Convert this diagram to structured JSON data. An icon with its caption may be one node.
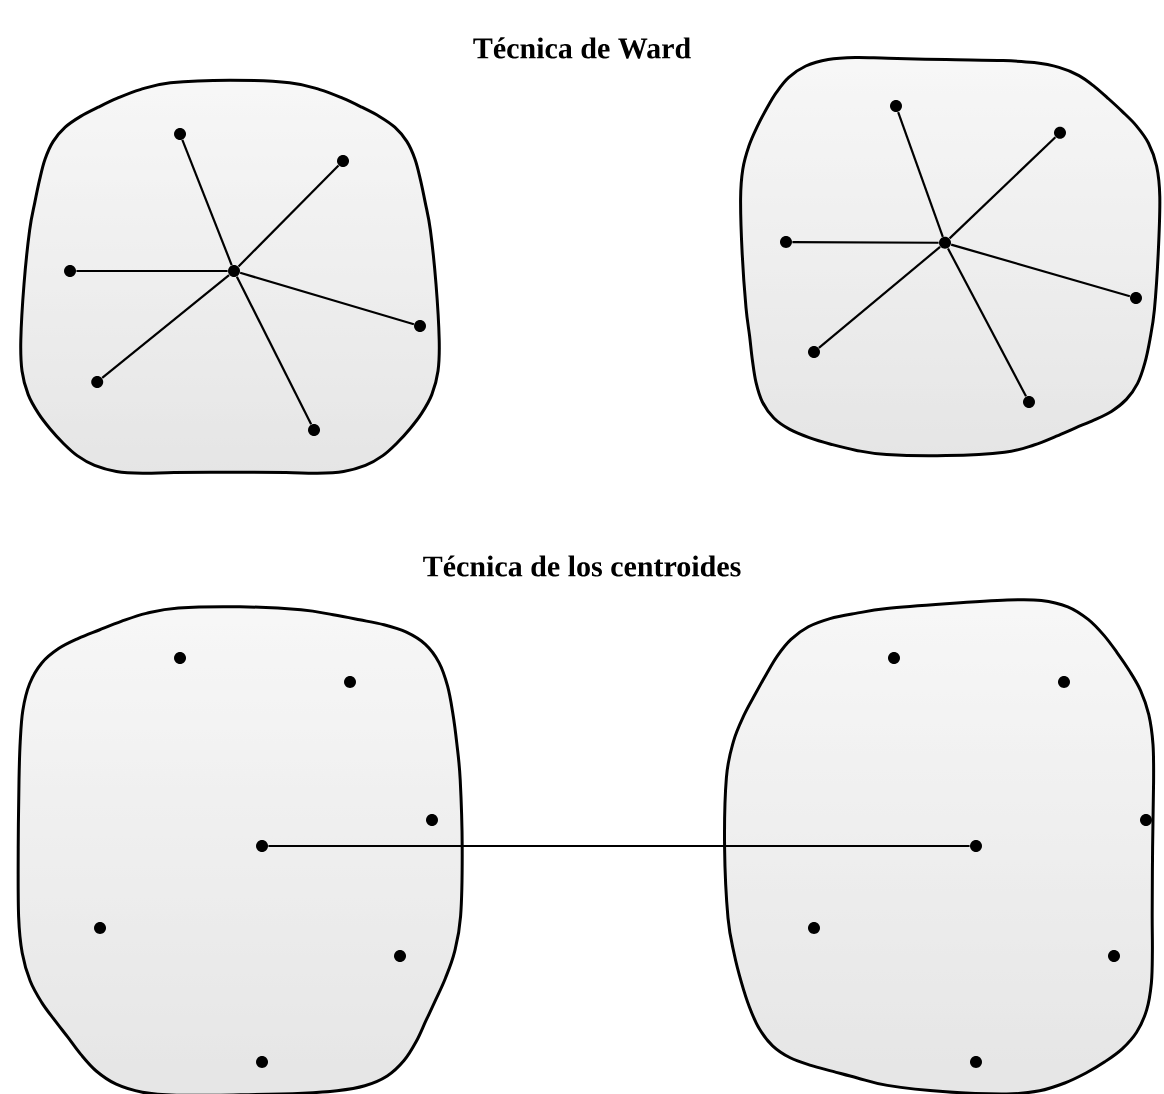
{
  "diagram": {
    "nodes": [
      {
        "text": [],
        "shape": "blob"
      },
      {
        "text": [],
        "shape": "circle",
        "in": 0
      },
      {
        "text": [],
        "shape": "circle",
        "in": 0
      },
      {
        "text": [],
        "shape": "circle",
        "in": 0
      },
      {
        "text": [],
        "shape": "circle",
        "in": 0
      },
      {
        "text": [],
        "shape": "circle",
        "in": 0
      },
      {
        "text": [],
        "shape": "circle",
        "in": 0
      },
      {
        "text": [],
        "shape": "circle",
        "in": 0
      },
      {
        "text": [],
        "shape": "blob"
      },
      {
        "text": [],
        "shape": "circle",
        "in": 8
      },
      {
        "text": [],
        "shape": "circle",
        "in": 8
      },
      {
        "text": [],
        "shape": "circle",
        "in": 8
      },
      {
        "text": [],
        "shape": "circle",
        "in": 8
      },
      {
        "text": [],
        "shape": "circle",
        "in": 8
      },
      {
        "text": [],
        "shape": "circle",
        "in": 8
      },
      {
        "text": [],
        "shape": "circle",
        "in": 8
      },
      {
        "text": [],
        "shape": "blob"
      },
      {
        "text": [],
        "shape": "circle",
        "in": 16
      },
      {
        "text": [],
        "shape": "circle",
        "in": 16
      },
      {
        "text": [],
        "shape": "circle",
        "in": 16
      },
      {
        "text": [],
        "shape": "circle",
        "in": 16
      },
      {
        "text": [],
        "shape": "circle",
        "in": 16
      },
      {
        "text": [],
        "shape": "circle",
        "in": 16
      },
      {
        "text": [],
        "shape": "circle",
        "in": 16
      },
      {
        "text": [],
        "shape": "blob"
      },
      {
        "text": [],
        "shape": "circle",
        "in": 24
      },
      {
        "text": [],
        "shape": "circle",
        "in": 24
      },
      {
        "text": [],
        "shape": "circle",
        "in": 24
      },
      {
        "text": [],
        "shape": "circle",
        "in": 24
      },
      {
        "text": [],
        "shape": "circle",
        "in": 24
      },
      {
        "text": [],
        "shape": "circle",
        "in": 24
      },
      {
        "text": [],
        "shape": "circle",
        "in": 24
      }
    ],
    "edges": [
      {
        "from": 1,
        "to": 2,
        "arrow": "none"
      },
      {
        "from": 1,
        "to": 3,
        "arrow": "none"
      },
      {
        "from": 1,
        "to": 4,
        "arrow": "none"
      },
      {
        "from": 1,
        "to": 5,
        "arrow": "none"
      },
      {
        "from": 1,
        "to": 6,
        "arrow": "none"
      },
      {
        "from": 1,
        "to": 7,
        "arrow": "none"
      },
      {
        "from": 9,
        "to": 10,
        "arrow": "none"
      },
      {
        "from": 9,
        "to": 11,
        "arrow": "none"
      },
      {
        "from": 9,
        "to": 12,
        "arrow": "none"
      },
      {
        "from": 9,
        "to": 13,
        "arrow": "none"
      },
      {
        "from": 9,
        "to": 14,
        "arrow": "none"
      },
      {
        "from": 9,
        "to": 15,
        "arrow": "none"
      },
      {
        "from": 20,
        "to": 28,
        "arrow": "none"
      }
    ],
    "labels": [
      "Técnica de Ward",
      "Técnica de los centroides"
    ]
  }
}
